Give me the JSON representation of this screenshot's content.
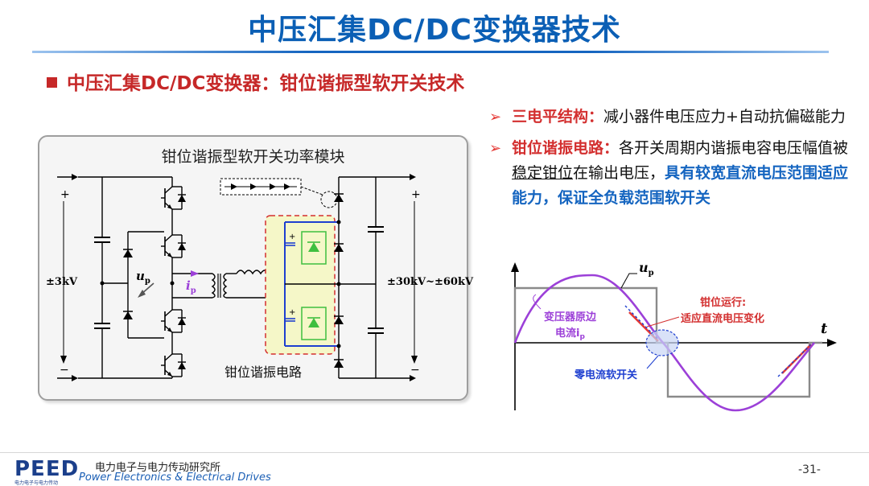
{
  "header": {
    "title": "中压汇集DC/DC变换器技术",
    "subtitle": "中压汇集DC/DC变换器：钳位谐振型软开关技术"
  },
  "bullets": [
    {
      "label": "三电平结构：",
      "text": "减小器件电压应力+自动抗偏磁能力"
    },
    {
      "label": "钳位谐振电路：",
      "text_a": "各开关周期内谐振电容电压幅值被",
      "text_underline": "稳定钳位",
      "text_b": "在输出电压，",
      "text_blue": "具有较宽直流电压范围适应能力，保证全负载范围软开关"
    }
  ],
  "circuit": {
    "title": "钳位谐振型软开关功率模块",
    "input_voltage": "±3kV",
    "output_voltage": "±30kV~±60kV",
    "label_up_main": "u",
    "label_up_sub": "p",
    "label_ip_main": "i",
    "label_ip_sub": "p",
    "plus": "+",
    "minus": "−",
    "resonant_label": "钳位谐振电路"
  },
  "waveform": {
    "axis_t": "t",
    "label_up_main": "u",
    "label_up_sub": "p",
    "annot_current_line1": "变压器原边",
    "annot_current_line2_main": "电流i",
    "annot_current_line2_sub": "p",
    "annot_clamp_line1": "钳位运行:",
    "annot_clamp_line2": "适应直流电压变化",
    "annot_zcs": "零电流软开关"
  },
  "footer": {
    "logo": "PEED",
    "logo_sub": "电力电子与电力传动",
    "institute_cn": "电力电子与电力传动研究所",
    "institute_en": "Power Electronics & Electrical Drives",
    "page": "-31-"
  },
  "colors": {
    "title_blue": "#0b5fb5",
    "accent_red": "#d32f2f",
    "current_purple": "#9c40d8",
    "voltage_grey": "#8a8a8a",
    "diode_green": "#3fbf3f"
  }
}
